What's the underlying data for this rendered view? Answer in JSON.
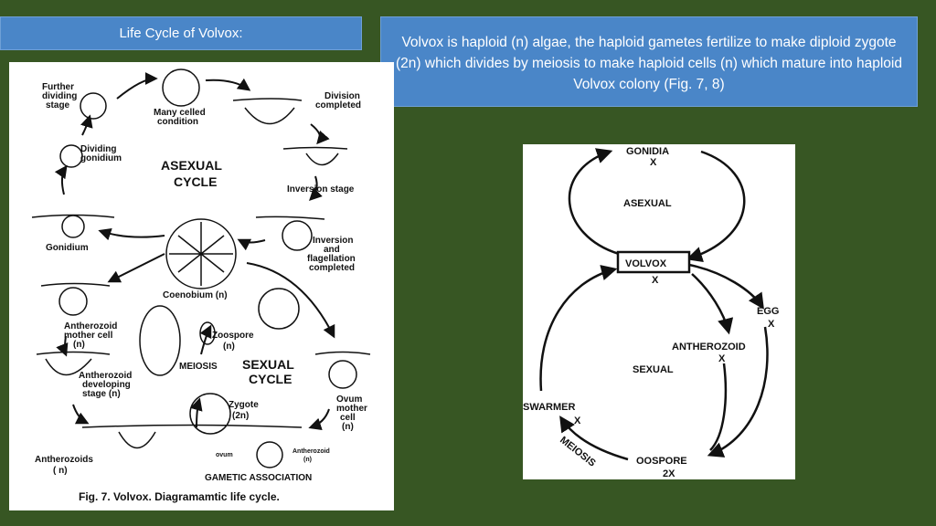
{
  "slide": {
    "title": "Life Cycle of Volvox:",
    "description": "Volvox is haploid (n) algae, the haploid gametes fertilize to make diploid zygote (2n) which divides by meiosis to make haploid cells (n) which mature into haploid Volvox colony (Fig. 7, 8)"
  },
  "figure7": {
    "labels": {
      "further_1": "Further",
      "further_2": "dividing",
      "further_3": "stage",
      "many_1": "Many celled",
      "many_2": "condition",
      "division_1": "Division",
      "division_2": "completed",
      "dividing_1": "Dividing",
      "dividing_2": "gonidium",
      "asexual_1": "ASEXUAL",
      "asexual_2": "CYCLE",
      "inversion": "Inversion stage",
      "gonidium": "Gonidium",
      "invflag_1": "Inversion",
      "invflag_2": "and",
      "invflag_3": "flagellation",
      "invflag_4": "completed",
      "coenobium": "Coenobium (n)",
      "amother_1": "Antherozoid",
      "amother_2": "mother cell",
      "amother_3": "(n)",
      "zoospore_1": "Zoospore",
      "zoospore_2": "(n)",
      "meiosis": "MEIOSIS",
      "sexual_1": "SEXUAL",
      "sexual_2": "CYCLE",
      "adev_1": "Antherozoid",
      "adev_2": "developing",
      "adev_3": "stage (n)",
      "zygote_1": "Zygote",
      "zygote_2": "(2n)",
      "ovum_1": "Ovum",
      "ovum_2": "mother",
      "ovum_3": "cell",
      "ovum_4": "(n)",
      "anth_1": "Antherozoids",
      "anth_2": "( n)",
      "ovum_small": "ovum",
      "anth_small_1": "Antherozoid",
      "anth_small_2": "(n)",
      "gametic": "GAMETIC ASSOCIATION",
      "caption": "Fig. 7. Volvox. Diagramamtic life cycle."
    }
  },
  "figure8": {
    "labels": {
      "gonidia": "GONIDIA",
      "x1": "X",
      "asexual": "ASEXUAL",
      "volvox": "VOLVOX",
      "x2": "X",
      "egg": "EGG",
      "x3": "X",
      "antherozoid": "ANTHEROZOID",
      "x4": "X",
      "sexual": "SEXUAL",
      "swarmer": "SWARMER",
      "x5": "X",
      "meiosis": "MEIOSIS",
      "oospore": "OOSPORE",
      "x6": "2X"
    }
  },
  "colors": {
    "background": "#375623",
    "box": "#4a86c8"
  }
}
